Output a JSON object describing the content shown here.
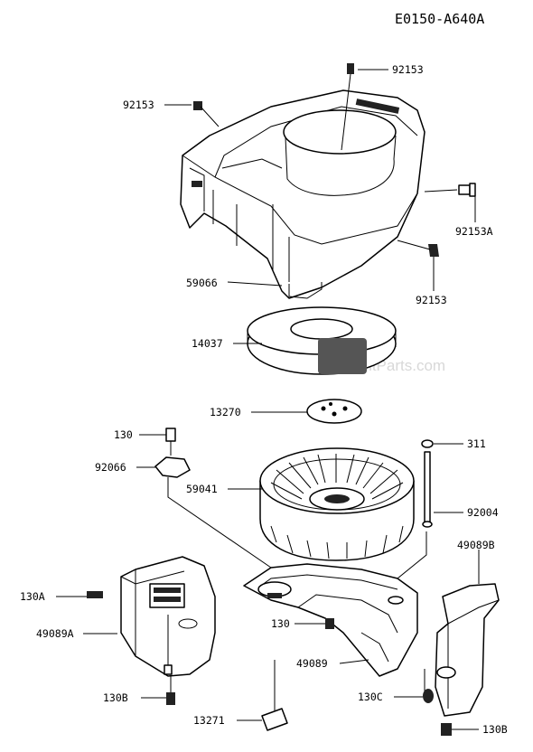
{
  "diagram_code": "E0150-A640A",
  "watermark": "eReplacementParts.com",
  "parts": {
    "p92153_top": "92153",
    "p92153_left": "92153",
    "p92153A": "92153A",
    "p92153_right": "92153",
    "p59066": "59066",
    "p14037": "14037",
    "p13270": "13270",
    "p130": "130",
    "p311": "311",
    "p92066": "92066",
    "p59041": "59041",
    "p92004": "92004",
    "p49089B": "49089B",
    "p130A": "130A",
    "p49089A": "49089A",
    "p130_mid": "130",
    "p49089": "49089",
    "p130B_left": "130B",
    "p130C": "130C",
    "p13271": "13271",
    "p130B_right": "130B"
  }
}
